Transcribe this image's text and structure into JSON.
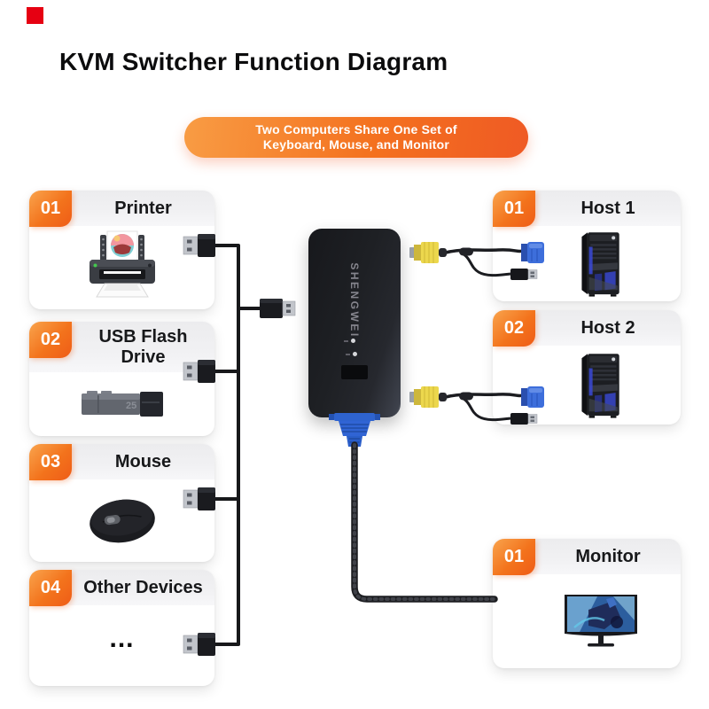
{
  "page": {
    "title": "KVM Switcher Function Diagram"
  },
  "banner": {
    "line1": "Two Computers Share One Set of",
    "line2": "Keyboard, Mouse, and Monitor"
  },
  "kvm_device": {
    "brand": "SHENGWEI"
  },
  "left_cards": [
    {
      "number": "01",
      "title": "Printer"
    },
    {
      "number": "02",
      "title": "USB Flash Drive"
    },
    {
      "number": "03",
      "title": "Mouse"
    },
    {
      "number": "04",
      "title": "Other Devices",
      "dots": "..."
    }
  ],
  "right_cards": [
    {
      "number": "01",
      "title": "Host 1"
    },
    {
      "number": "02",
      "title": "Host 2"
    },
    {
      "number": "01",
      "title": "Monitor"
    }
  ],
  "flash_drive_label": "25",
  "colors": {
    "accent_orange_light": "#f89c44",
    "accent_orange_dark": "#ef5a24",
    "badge_orange_light": "#f9a44d",
    "badge_orange_dark": "#ef5c17",
    "red_square": "#e60012",
    "kvm_body": "#1d1f24",
    "vga_blue": "#3064d4",
    "vga_yellow": "#ecd74d",
    "cable_black": "#17181a"
  }
}
